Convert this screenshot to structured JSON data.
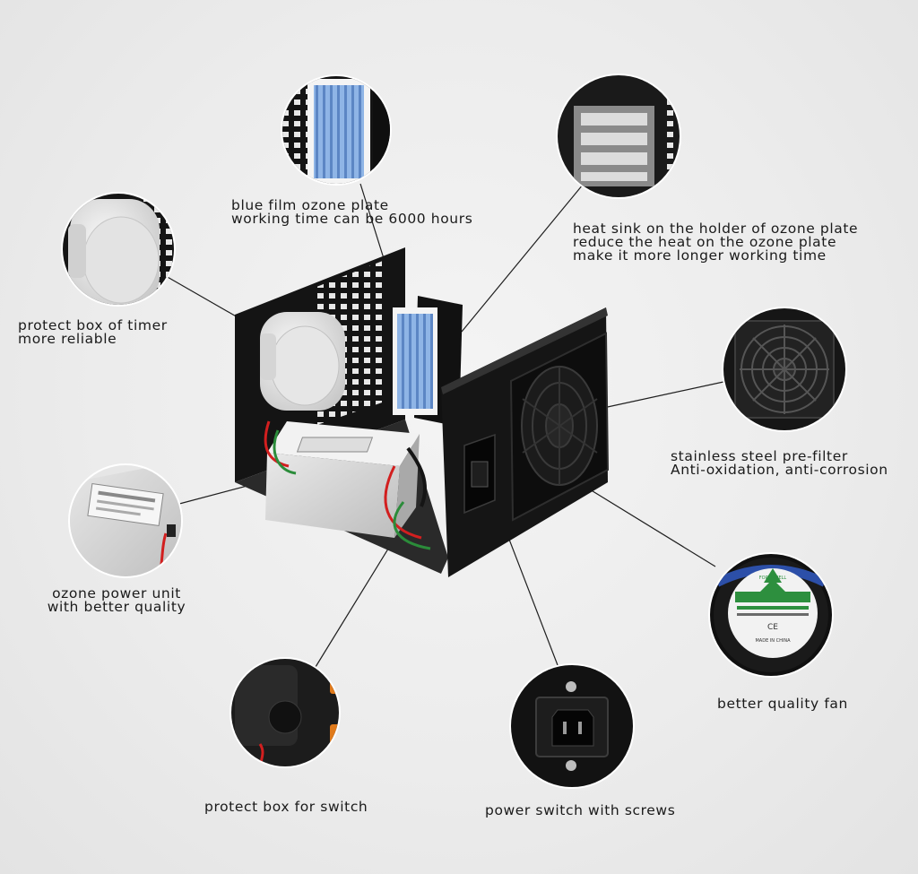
{
  "callouts": {
    "ozone_plate": {
      "line1": "blue film ozone plate",
      "line2": "working time can be 6000 hours"
    },
    "heat_sink": {
      "line1": "heat sink on the holder of ozone plate",
      "line2": "reduce the heat on the ozone plate",
      "line3": "make it  more longer working time"
    },
    "timer_box": {
      "line1": "protect box of timer",
      "line2": "more reliable"
    },
    "pre_filter": {
      "line1": "stainless steel pre-filter",
      "line2": "Anti-oxidation, anti-corrosion"
    },
    "power_unit": {
      "line1": "ozone power unit",
      "line2": "with better quality"
    },
    "fan": {
      "line1": "better quality fan"
    },
    "switch_box": {
      "line1": "protect box for switch"
    },
    "power_switch": {
      "line1": "power switch with screws"
    }
  },
  "fan_sticker": {
    "brand": "FORTHWELL",
    "mark": "CE",
    "origin": "MADE IN CHINA"
  },
  "colors": {
    "background": "#ebebeb",
    "chassis": "#111111",
    "ozone_plate": "#8fb5e6",
    "text": "#1a1a1a"
  }
}
